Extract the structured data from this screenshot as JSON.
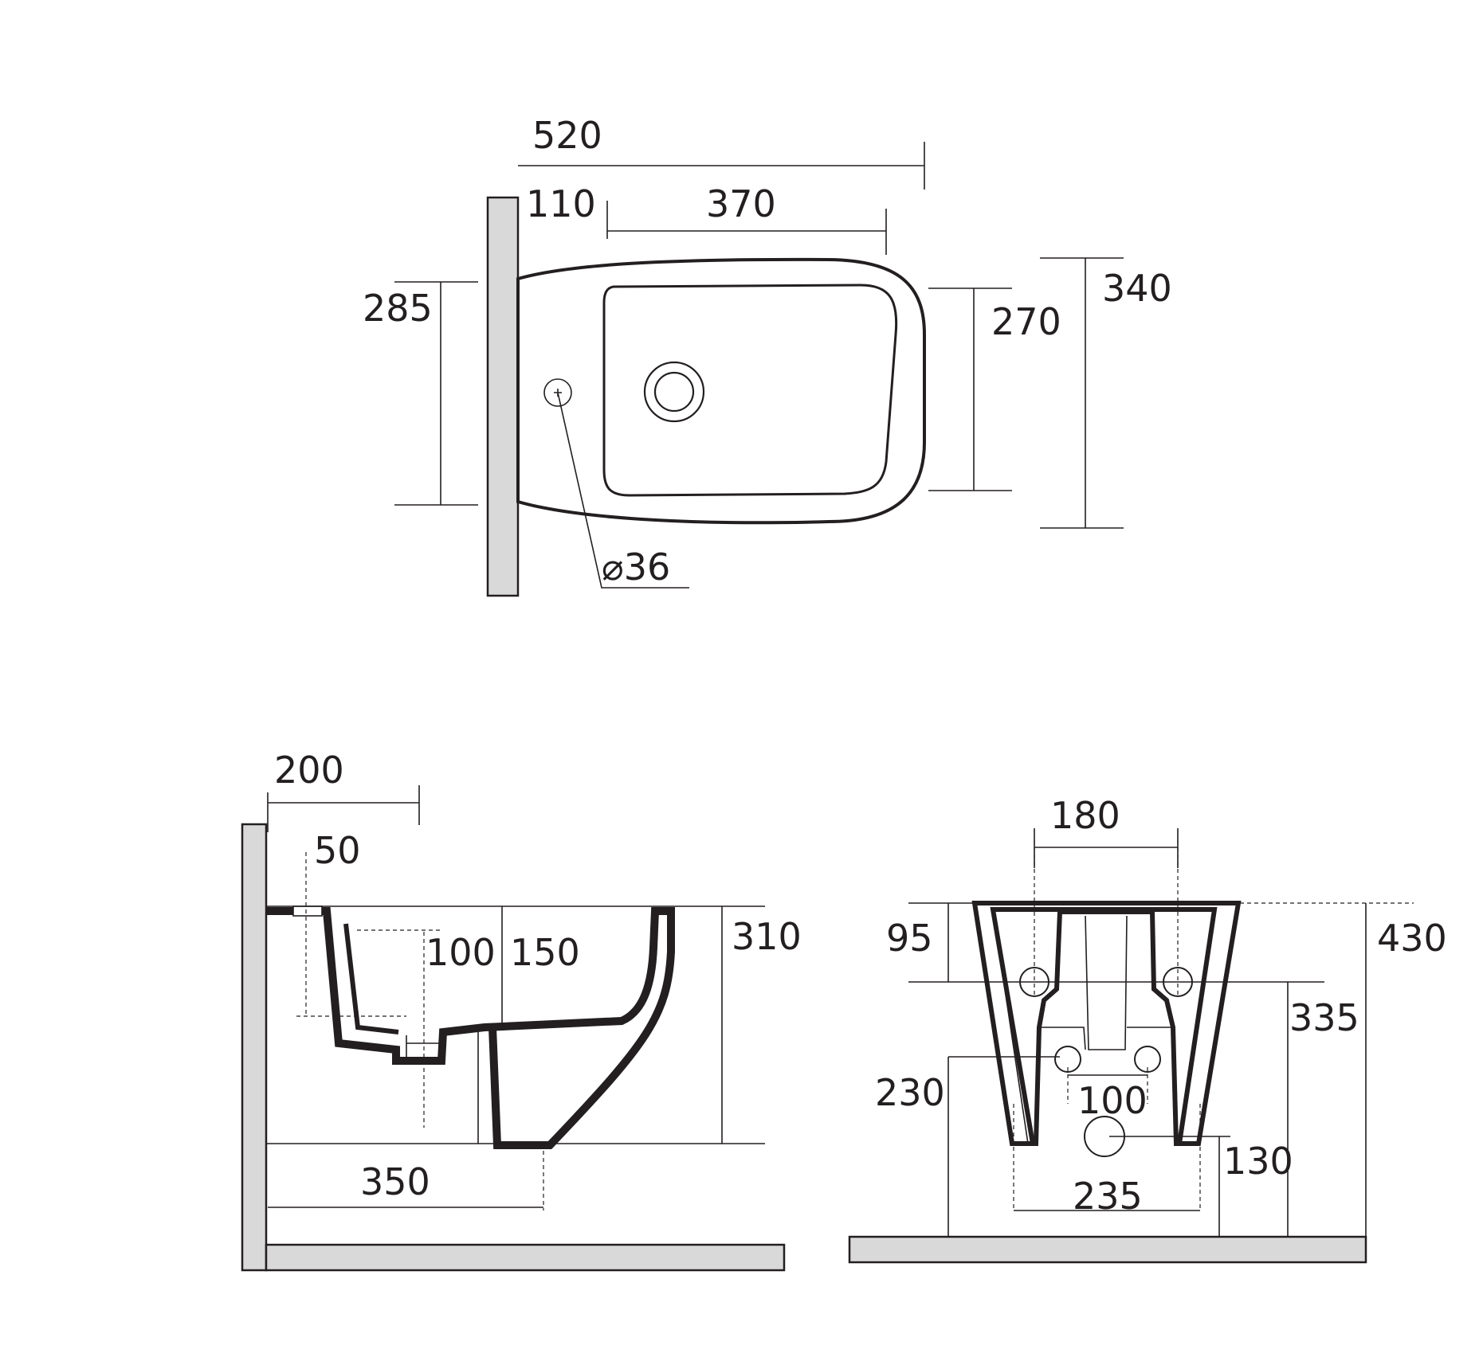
{
  "top_view": {
    "overall_length": "520",
    "wall_to_tap_hole": "110",
    "bowl_length": "370",
    "wall_fixing_height": "285",
    "bowl_width": "270",
    "overall_width": "340",
    "tap_hole_diameter": "⌀36"
  },
  "side_view": {
    "overall_depth": "200",
    "inlet_offset": "50",
    "drain_offset": "100",
    "drain_depth": "150",
    "height": "310",
    "fixing_depth": "350"
  },
  "rear_view": {
    "fixing_spacing_upper": "180",
    "fixing_drop": "95",
    "overall_height": "430",
    "fixing_height_upper": "335",
    "fixing_height_lower": "230",
    "fixing_spacing_lower": "100",
    "drain_height": "130",
    "base_width": "235"
  }
}
